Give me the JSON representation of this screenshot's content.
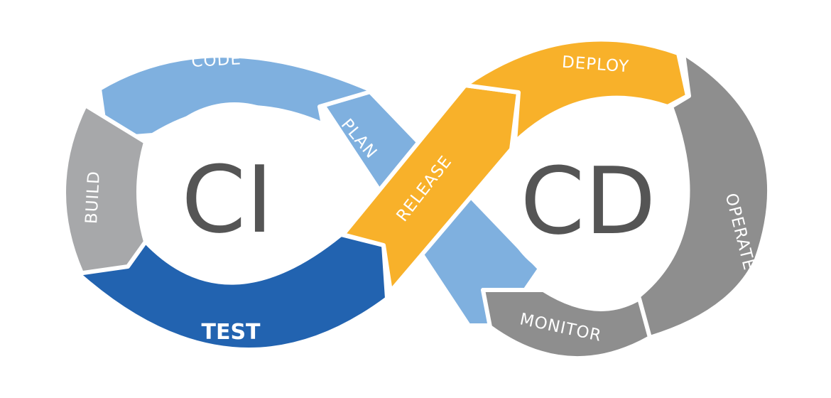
{
  "hubs": {
    "ci": "CI",
    "cd": "CD"
  },
  "stages": {
    "code": "CODE",
    "build": "BUILD",
    "test": "TEST",
    "plan": "PLAN",
    "release": "RELEASE",
    "deploy": "DEPLOY",
    "operate": "OPERATE",
    "monitor": "MONITOR"
  },
  "colors": {
    "light_blue": "#7fb0df",
    "dark_blue": "#2263b0",
    "orange": "#f8b12a",
    "gray": "#a7a8aa",
    "dark_gray": "#8e8e8e",
    "text_hub": "#555555"
  }
}
